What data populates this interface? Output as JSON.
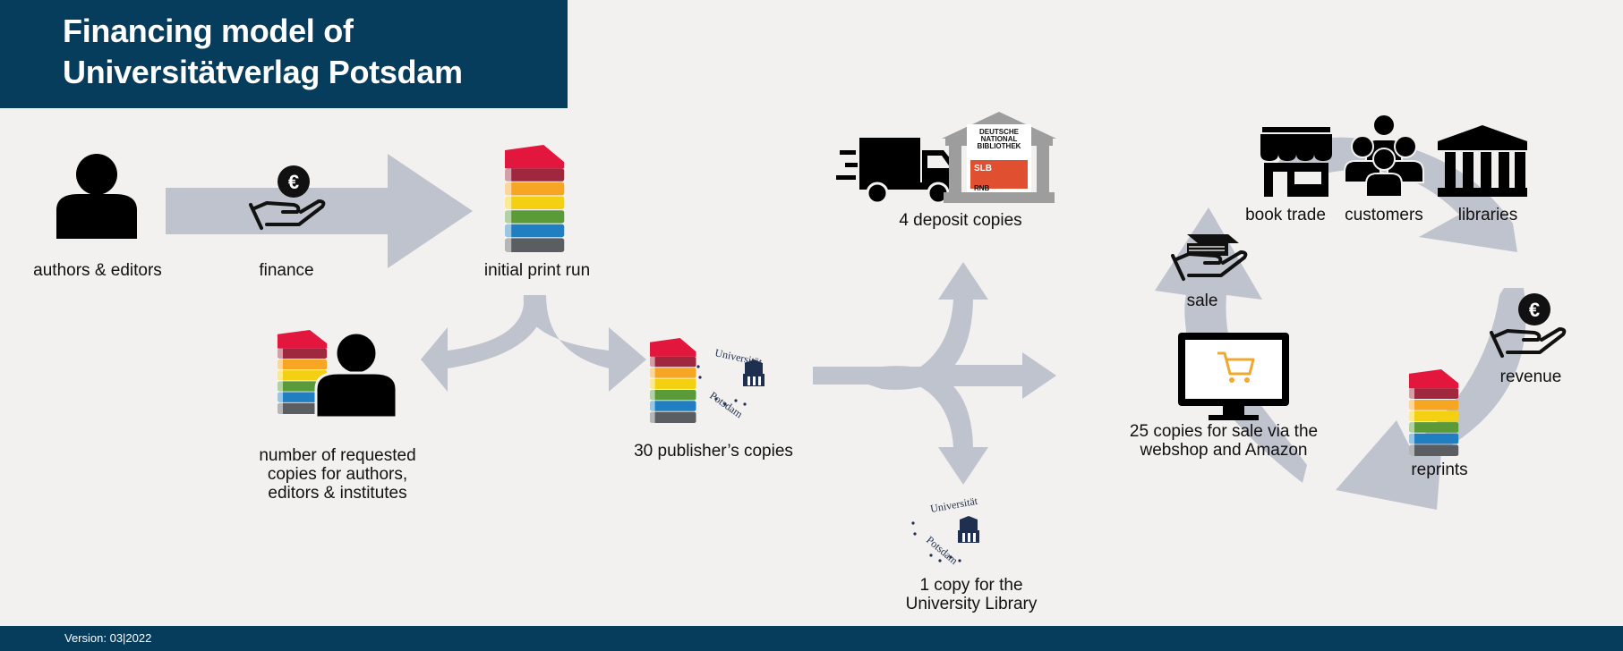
{
  "header": {
    "title_line1": "Financing model of",
    "title_line2": "Universitätverlag Potsdam"
  },
  "labels": {
    "authors": "authors & editors",
    "finance": "finance",
    "initial_print_run": "initial print run",
    "requested_copies_1": "number of requested",
    "requested_copies_2": "copies for authors,",
    "requested_copies_3": "editors & institutes",
    "publisher_copies": "30 publisher’s copies",
    "deposit_copies": "4 deposit copies",
    "university_library_1": "1 copy for the",
    "university_library_2": "University Library",
    "book_trade": "book trade",
    "customers": "customers",
    "libraries": "libraries",
    "sale": "sale",
    "revenue": "revenue",
    "reprints": "reprints",
    "webshop_1": "25 copies for sale via the",
    "webshop_2": "webshop and Amazon"
  },
  "logo_text": {
    "university_top": "Universität",
    "university_bottom": "Potsdam",
    "dnb_line1": "DEUTSCHE",
    "dnb_line2": "NATIONAL",
    "dnb_line3": "BIBLIOTHEK",
    "slb": "SLB",
    "rnb": "RNB"
  },
  "currency_symbol": "€",
  "footer": {
    "version": "Version: 03|2022"
  },
  "colors": {
    "header_bg": "#073d5c",
    "arrow": "#bec3cd",
    "background": "#f2f1ef",
    "icon": "#000000",
    "cart": "#f0a830",
    "book_stack": [
      "#e3173e",
      "#a0283e",
      "#f6a623",
      "#f4d012",
      "#5a9a38",
      "#1f7fc0",
      "#5a5d62"
    ]
  },
  "icons": [
    "person-icon",
    "euro-hand-icon",
    "book-stack-icon",
    "university-logo-icon",
    "truck-icon",
    "national-library-icon",
    "shop-icon",
    "customers-icon",
    "libraries-icon",
    "book-hand-icon",
    "computer-cart-icon"
  ]
}
